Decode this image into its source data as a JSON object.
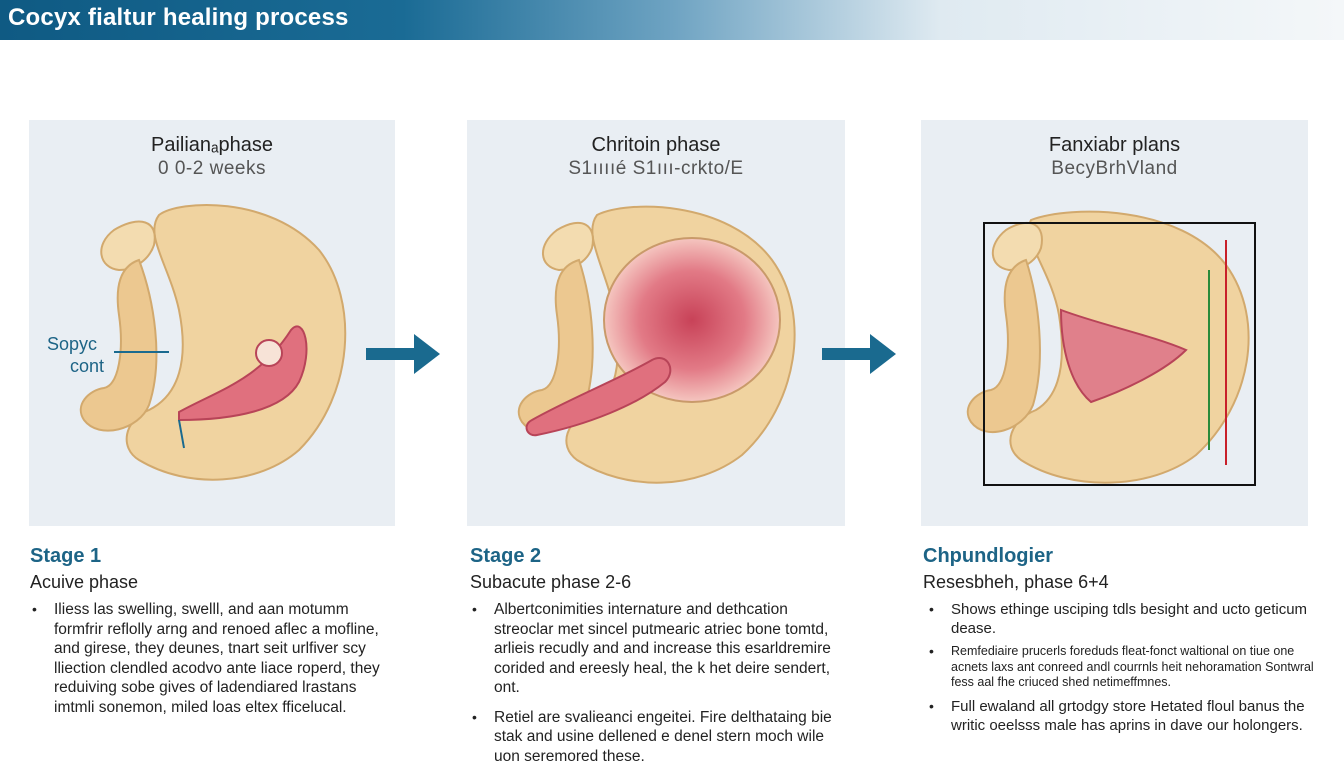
{
  "header": {
    "title": "Cocyx fialtur healing process"
  },
  "panels": [
    {
      "title": "Pailianₐphase",
      "subtitle": "0 0-2 weeks",
      "label_line1": "Sopyc",
      "label_line2": "cont"
    },
    {
      "title": "Chritoin phase",
      "subtitle": "S1ııııé S1ııı-crkto/E"
    },
    {
      "title": "Fanxiabr plans",
      "subtitle": "BecyBrhVland"
    }
  ],
  "stages": [
    {
      "title": "Stage 1",
      "subtitle": "Acuive phase",
      "bullets": [
        "Iliess las swelling, swelll, and aan motumm formfrir reflolly arng and renoed aflec a mofline, and girese, they deunes, tnart seit urlfiver scy lliection clendled acodvo ante liace roperd, they reduiving sobe gives of ladendiared lrastans imtmli sonemon, miled loas eltex fficelucal."
      ]
    },
    {
      "title": "Stage 2",
      "subtitle": "Subacute phase 2-6",
      "bullets": [
        "Albertconimities internature and dethcation streoclar met sincel putmearic atriec bone tomtd, arlieis recudly and and increase this esarldremire corided and ereesly heal, the k het deire sendert, ont.",
        "Retiel are svalieanci engeitei. Fire delthataing bie stak and usine dellened e denel stern moch wile uon seremored these."
      ]
    },
    {
      "title": "Chpundlogier",
      "subtitle": "Resesbheh, phase 6+4",
      "bullets": [
        "Shows ethinge usciping tdls besight and ucto geticum dease.",
        "Remfediaire prucerls foreduds fleat-fonct waltional on tiue one acnets laxs ant conreed andl courrnls heit nehoramation Sontwral fess aal fhe criuced shed netimeffmnes.",
        "Full ewaland all grtodgy store Hetated floul banus the writic oeelsss male has aprins in dave our holongers."
      ]
    }
  ],
  "colors": {
    "accent": "#1d6486",
    "arrow": "#1a6a8f",
    "bone": "#f0d3a0",
    "tissue": "#e0707e"
  }
}
